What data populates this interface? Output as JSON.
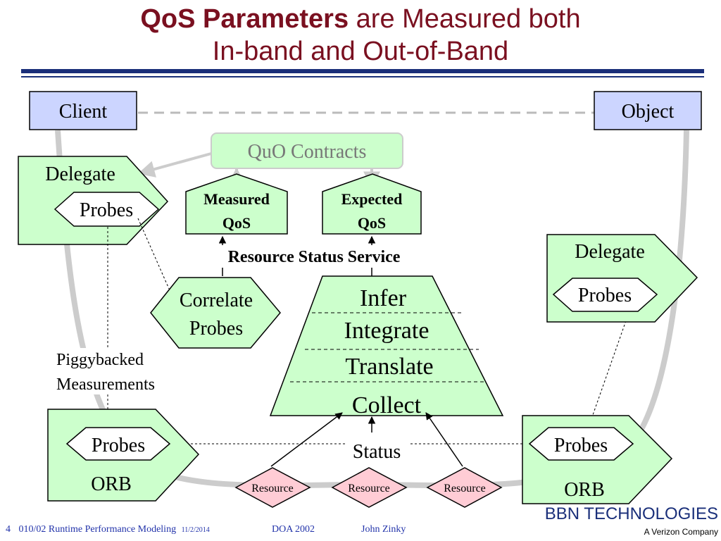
{
  "title": {
    "bold": "QoS Parameters",
    "rest": " are Measured both",
    "line2": "In-band and Out-of-Band"
  },
  "colors": {
    "title": "#7a1020",
    "rule": "#1a2f7a",
    "green_fill": "#ccffcc",
    "blue_fill": "#ccd5ff",
    "pink_fill": "#ffccd5",
    "gray_line": "#cccccc",
    "footer_text": "#2233aa"
  },
  "diagram": {
    "client": "Client",
    "object": "Object",
    "quo_contracts": "QuO Contracts",
    "left_delegate": "Delegate",
    "left_probes": "Probes",
    "measured_qos_1": "Measured",
    "measured_qos_2": "QoS",
    "expected_qos_1": "Expected",
    "expected_qos_2": "QoS",
    "resource_status_service": "Resource Status Service",
    "correlate_1": "Correlate",
    "correlate_2": "Probes",
    "piggy_1": "Piggybacked",
    "piggy_2": "Measurements",
    "rss_layers": [
      "Infer",
      "Integrate",
      "Translate",
      "Collect"
    ],
    "status": "Status",
    "resources": [
      "Resource",
      "Resource",
      "Resource"
    ],
    "right_delegate": "Delegate",
    "right_probes": "Probes",
    "left_orb_probes": "Probes",
    "left_orb": "ORB",
    "right_orb_probes": "Probes",
    "right_orb": "ORB"
  },
  "footer": {
    "slide_number": "4",
    "course": "010/02  Runtime Performance Modeling",
    "date": "11/2/2014",
    "conference": "DOA 2002",
    "author": "John Zinky"
  },
  "logo": {
    "name": "BBN TECHNOLOGIES",
    "tagline": "A Verizon Company"
  }
}
